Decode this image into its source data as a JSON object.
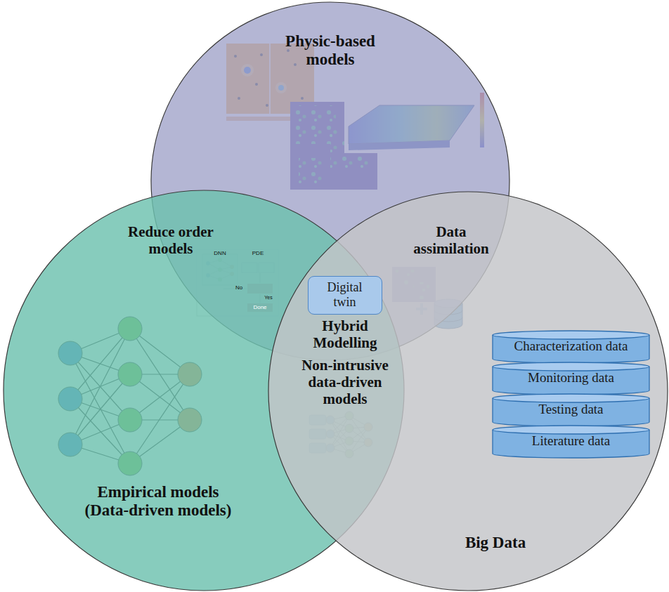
{
  "diagram": {
    "nodes": [
      {
        "text": [
          "Physic-based models"
        ]
      },
      {
        "text": [
          "Empirical models (Data-driven models)"
        ]
      },
      {
        "text": [
          "Big Data"
        ]
      },
      {
        "text": [
          "Characterization data"
        ],
        "in": 2
      },
      {
        "text": [
          "Monitoring data"
        ],
        "in": 2
      },
      {
        "text": [
          "Testing data"
        ],
        "in": 2
      },
      {
        "text": [
          "Literature data"
        ],
        "in": 2
      },
      {
        "text": [
          "Digital twin"
        ]
      }
    ],
    "labels": [
      "Reduce order models",
      "Data assimilation",
      "Hybrid Modelling",
      "Non-intrusive data-driven models",
      "DNN",
      "PDE",
      "No",
      "Yes",
      "Done"
    ]
  }
}
